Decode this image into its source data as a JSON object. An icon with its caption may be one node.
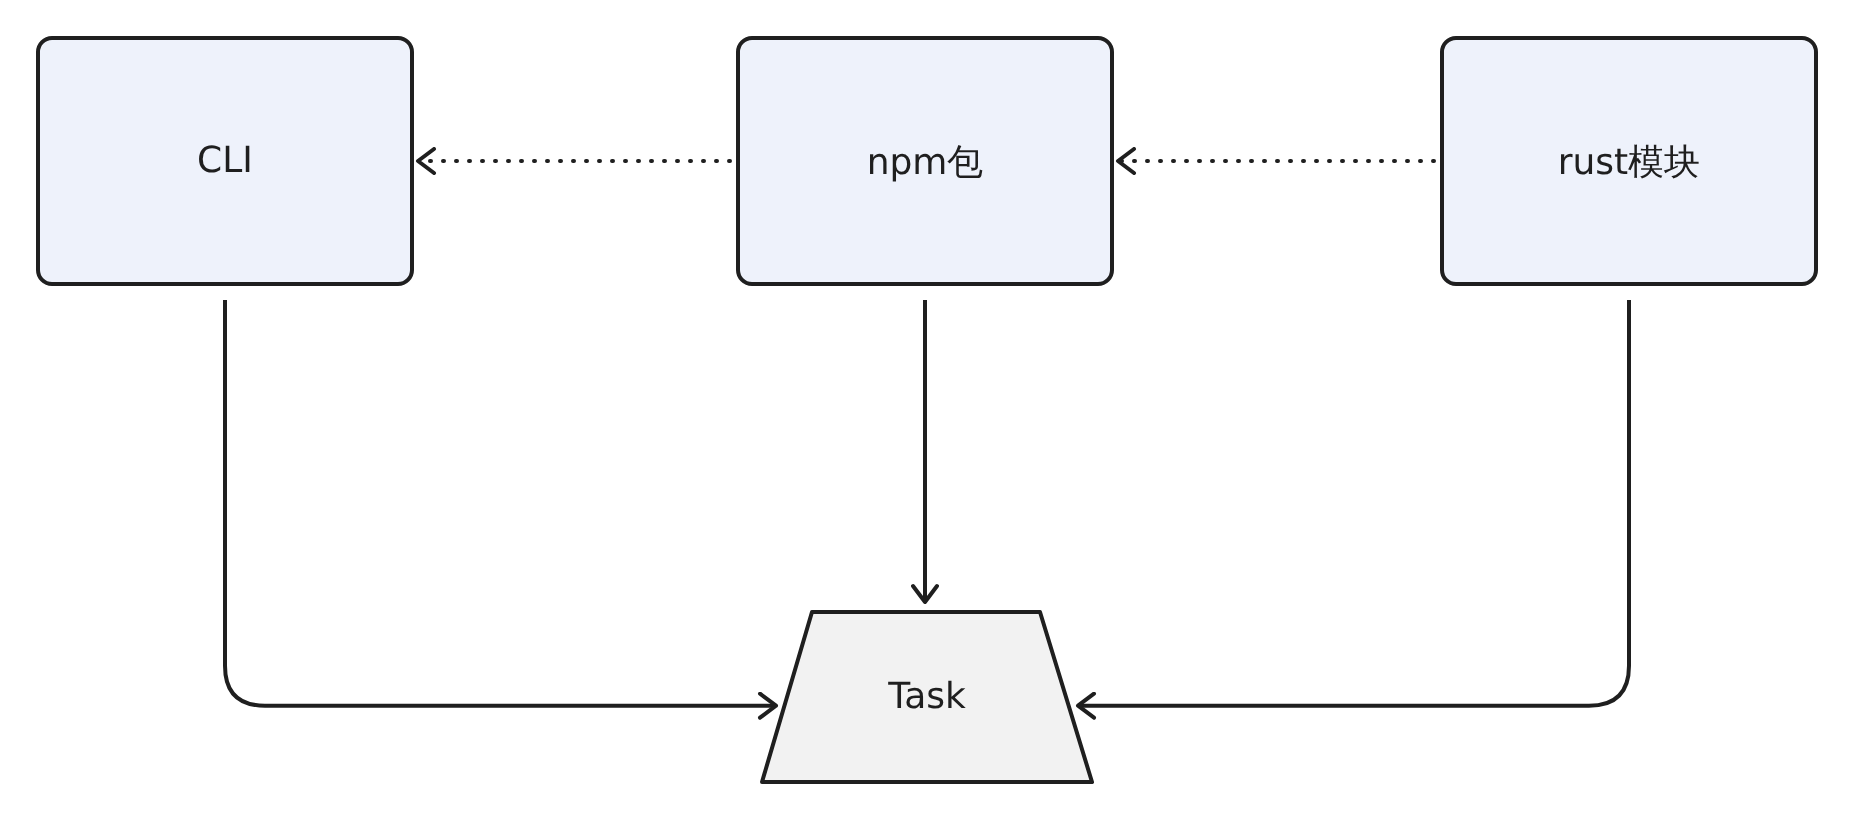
{
  "diagram": {
    "nodes": [
      {
        "text": [
          "CLI"
        ]
      },
      {
        "text": [
          "npm包"
        ]
      },
      {
        "text": [
          "rust模块"
        ]
      },
      {
        "text": [
          "Task"
        ]
      }
    ],
    "edges": [
      {
        "from": 1,
        "to": 0,
        "arrow": "to",
        "style": "dashed"
      },
      {
        "from": 2,
        "to": 1,
        "arrow": "to",
        "style": "dashed"
      },
      {
        "from": 0,
        "to": 3,
        "arrow": "to"
      },
      {
        "from": 1,
        "to": 3,
        "arrow": "to"
      },
      {
        "from": 2,
        "to": 3,
        "arrow": "to"
      }
    ]
  }
}
